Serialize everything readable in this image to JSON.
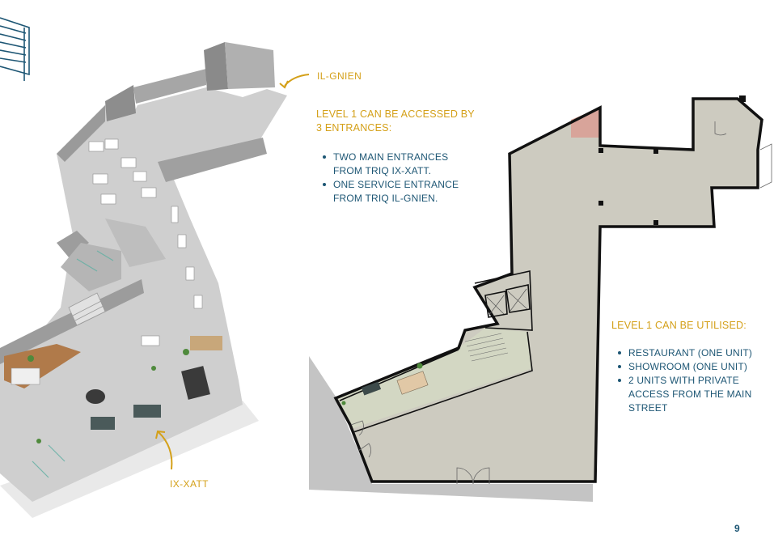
{
  "labels": {
    "il_gnien": "IL-GNIEN",
    "ix_xatt": "IX-XATT"
  },
  "access": {
    "heading_line1": "LEVEL 1 CAN BE ACCESSED BY",
    "heading_line2": "3 ENTRANCES:",
    "items": [
      {
        "line1": "TWO MAIN ENTRANCES",
        "line2": "FROM TRIQ IX-XATT."
      },
      {
        "line1": "ONE SERVICE ENTRANCE",
        "line2": "FROM TRIQ IL-GNIEN."
      }
    ]
  },
  "utilised": {
    "heading": "LEVEL 1 CAN BE UTILISED:",
    "items": [
      {
        "line1": "RESTAURANT (ONE UNIT)"
      },
      {
        "line1": "SHOWROOM (ONE UNIT)"
      },
      {
        "line1": "2 UNITS WITH PRIVATE",
        "line2": "ACCESS FROM THE MAIN",
        "line3": "STREET"
      }
    ]
  },
  "page_number": "9",
  "colors": {
    "gold": "#d4a019",
    "navy": "#1d5674",
    "plan_fill": "#cdcbc0",
    "green_area": "#d3d7c3",
    "highlight": "#d8a49a"
  }
}
